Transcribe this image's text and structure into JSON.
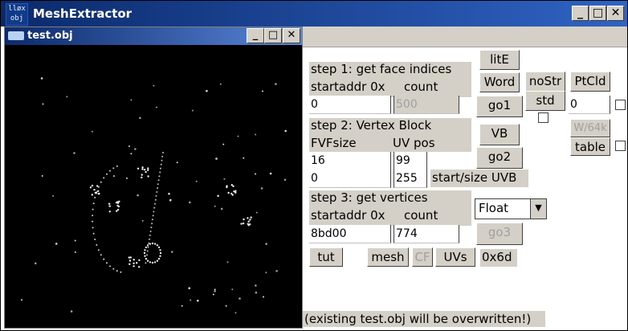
{
  "window": {
    "title": "MeshExtractor",
    "icon_text": "lløx obj"
  },
  "child_window": {
    "title": "test.obj"
  },
  "step1": {
    "label": "step 1: get face indices",
    "startaddr_label": "startaddr 0x",
    "count_label": "count",
    "startaddr_value": "0",
    "count_value": "500"
  },
  "step2": {
    "label": "step 2: Vertex Block",
    "fvf_label": "FVFsize",
    "uvpos_label": "UV pos",
    "fvf_value": "16",
    "uvpos_value": "99",
    "start_value": "0",
    "size_value": "255",
    "uvb_label": "start/size UVB"
  },
  "step3": {
    "label": "step 3: get vertices",
    "startaddr_label": "startaddr 0x",
    "count_label": "count",
    "startaddr_value": "8bd00",
    "count_value": "774"
  },
  "buttons": {
    "lite": "litE",
    "word": "Word",
    "go1": "go1",
    "nostr": "noStr",
    "std": "std",
    "ptcld": "PtCld",
    "vb": "VB",
    "go2": "go2",
    "w64k": "W/64k",
    "table": "table",
    "go3": "go3",
    "tut": "tut",
    "mesh": "mesh",
    "cf": "CF",
    "uvs": "UVs"
  },
  "ptcld_value": "0",
  "format_select": {
    "value": "Float"
  },
  "hex_readout": "0x6d",
  "footer_note": "(existing test.obj will be overwritten!)"
}
